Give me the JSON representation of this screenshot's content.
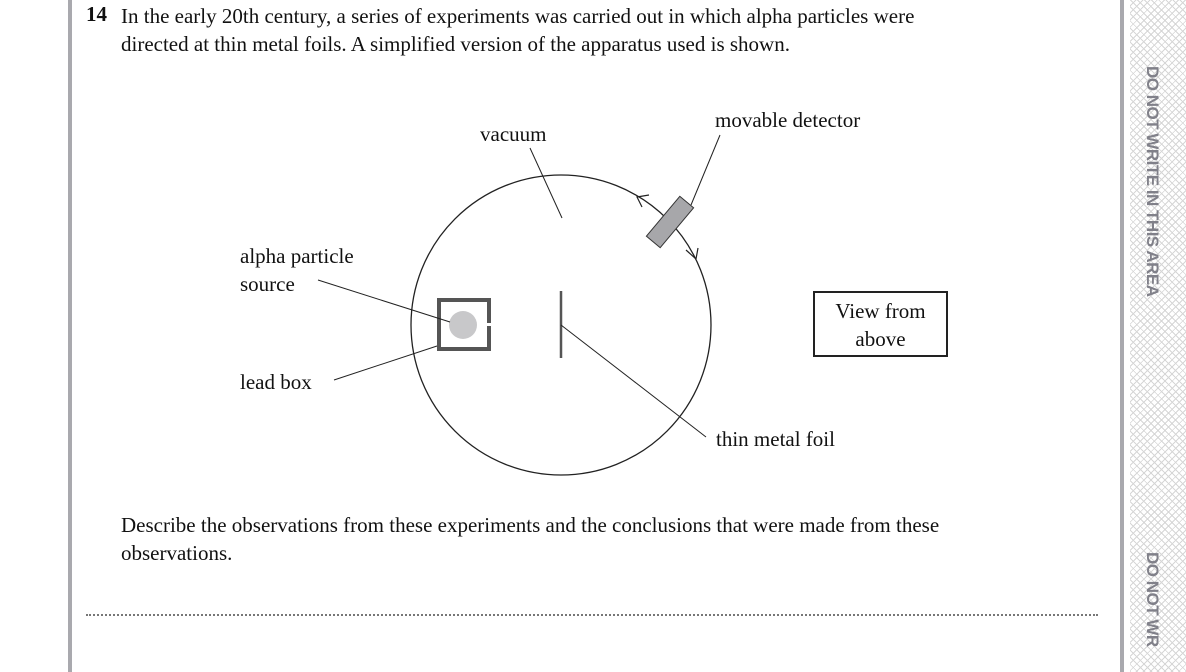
{
  "question": {
    "number": "14",
    "text": "In the early 20th century, a series of experiments was carried out in which alpha particles were directed at thin metal foils. A simplified version of the apparatus used is shown.",
    "prompt": "Describe the observations from these experiments and the conclusions that were made from these observations."
  },
  "diagram": {
    "labels": {
      "vacuum": "vacuum",
      "movable_detector": "movable detector",
      "alpha_source_line1": "alpha particle",
      "alpha_source_line2": "source",
      "lead_box": "lead box",
      "thin_metal_foil": "thin metal foil",
      "view_line1": "View from",
      "view_line2": "above"
    }
  },
  "margin": {
    "warning": "DO NOT WRITE IN THIS AREA",
    "warning_partial": "DO NOT WR"
  },
  "colors": {
    "border": "#a9a9ae",
    "detector": "#a7a7aa",
    "source": "#c8c8ca",
    "box": "#555555"
  }
}
